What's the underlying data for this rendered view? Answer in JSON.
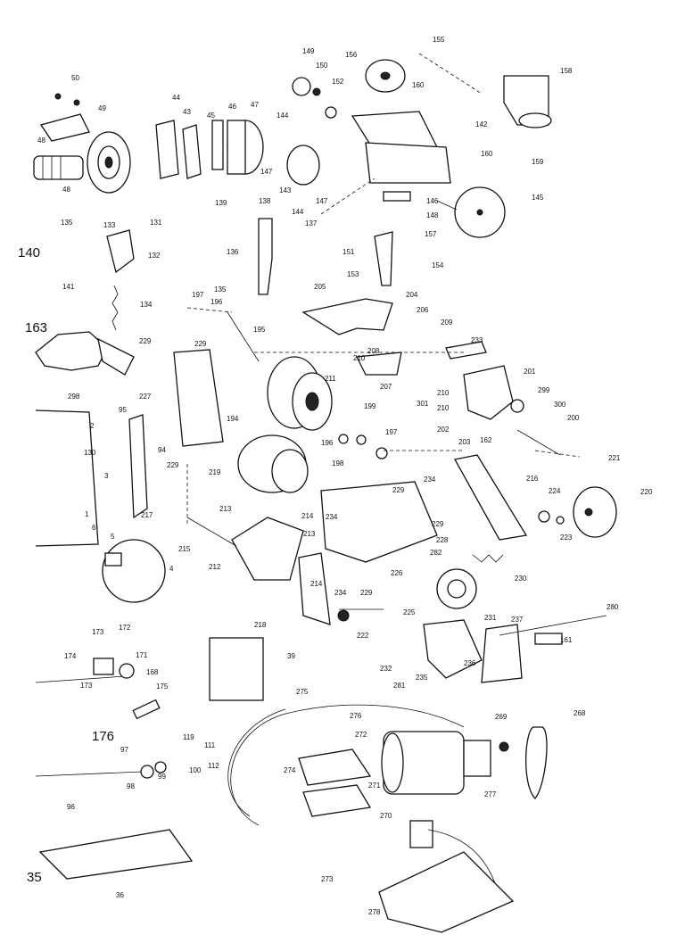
{
  "callouts": [
    {
      "id": "c50",
      "text": "50"
    },
    {
      "id": "c49",
      "text": "49"
    },
    {
      "id": "c48a",
      "text": "48"
    },
    {
      "id": "c48b",
      "text": "48"
    },
    {
      "id": "c44",
      "text": "44"
    },
    {
      "id": "c43",
      "text": "43"
    },
    {
      "id": "c45",
      "text": "45"
    },
    {
      "id": "c46",
      "text": "46"
    },
    {
      "id": "c47",
      "text": "47"
    },
    {
      "id": "c149",
      "text": "149"
    },
    {
      "id": "c150",
      "text": "150"
    },
    {
      "id": "c152",
      "text": "152"
    },
    {
      "id": "c156",
      "text": "156"
    },
    {
      "id": "c155",
      "text": "155"
    },
    {
      "id": "c158",
      "text": "158"
    },
    {
      "id": "c160a",
      "text": "160"
    },
    {
      "id": "c160b",
      "text": "160"
    },
    {
      "id": "c144a",
      "text": "144"
    },
    {
      "id": "c142",
      "text": "142"
    },
    {
      "id": "c147a",
      "text": "147"
    },
    {
      "id": "c143",
      "text": "143"
    },
    {
      "id": "c147b",
      "text": "147"
    },
    {
      "id": "c144b",
      "text": "144"
    },
    {
      "id": "c146",
      "text": "146"
    },
    {
      "id": "c148",
      "text": "148"
    },
    {
      "id": "c145",
      "text": "145"
    },
    {
      "id": "c159",
      "text": "159"
    },
    {
      "id": "c135",
      "text": "135"
    },
    {
      "id": "c140",
      "text": "140"
    },
    {
      "id": "c133",
      "text": "133"
    },
    {
      "id": "c131",
      "text": "131"
    },
    {
      "id": "c132",
      "text": "132"
    },
    {
      "id": "c141",
      "text": "141"
    },
    {
      "id": "c139",
      "text": "139"
    },
    {
      "id": "c138",
      "text": "138"
    },
    {
      "id": "c137",
      "text": "137"
    },
    {
      "id": "c136",
      "text": "136"
    },
    {
      "id": "c151",
      "text": "151"
    },
    {
      "id": "c157",
      "text": "157"
    },
    {
      "id": "c153",
      "text": "153"
    },
    {
      "id": "c154",
      "text": "154"
    },
    {
      "id": "c134",
      "text": "134"
    },
    {
      "id": "c197a",
      "text": "197"
    },
    {
      "id": "c196a",
      "text": "196"
    },
    {
      "id": "c135b",
      "text": "135"
    },
    {
      "id": "c205",
      "text": "205"
    },
    {
      "id": "c204",
      "text": "204"
    },
    {
      "id": "c206",
      "text": "206"
    },
    {
      "id": "c163",
      "text": "163"
    },
    {
      "id": "c195",
      "text": "195"
    },
    {
      "id": "c229a",
      "text": "229"
    },
    {
      "id": "c229b",
      "text": "229"
    },
    {
      "id": "c209",
      "text": "209"
    },
    {
      "id": "c233",
      "text": "233"
    },
    {
      "id": "c208",
      "text": "208"
    },
    {
      "id": "c210a",
      "text": "210"
    },
    {
      "id": "c211",
      "text": "211"
    },
    {
      "id": "c207",
      "text": "207"
    },
    {
      "id": "c201",
      "text": "201"
    },
    {
      "id": "c298",
      "text": "298"
    },
    {
      "id": "c227",
      "text": "227"
    },
    {
      "id": "c210b",
      "text": "210"
    },
    {
      "id": "c301",
      "text": "301"
    },
    {
      "id": "c210c",
      "text": "210"
    },
    {
      "id": "c299",
      "text": "299"
    },
    {
      "id": "c300",
      "text": "300"
    },
    {
      "id": "c2",
      "text": "2"
    },
    {
      "id": "c95",
      "text": "95"
    },
    {
      "id": "c194",
      "text": "194"
    },
    {
      "id": "c199",
      "text": "199"
    },
    {
      "id": "c202",
      "text": "202"
    },
    {
      "id": "c203",
      "text": "203"
    },
    {
      "id": "c200",
      "text": "200"
    },
    {
      "id": "c130",
      "text": "130"
    },
    {
      "id": "c196b",
      "text": "196"
    },
    {
      "id": "c197b",
      "text": "197"
    },
    {
      "id": "c198",
      "text": "198"
    },
    {
      "id": "c162",
      "text": "162"
    },
    {
      "id": "c94",
      "text": "94"
    },
    {
      "id": "c229c",
      "text": "229"
    },
    {
      "id": "c3",
      "text": "3"
    },
    {
      "id": "c219",
      "text": "219"
    },
    {
      "id": "c221",
      "text": "221"
    },
    {
      "id": "c216",
      "text": "216"
    },
    {
      "id": "c229d",
      "text": "229"
    },
    {
      "id": "c234a",
      "text": "234"
    },
    {
      "id": "c224",
      "text": "224"
    },
    {
      "id": "c220",
      "text": "220"
    },
    {
      "id": "c1",
      "text": "1"
    },
    {
      "id": "c217",
      "text": "217"
    },
    {
      "id": "c213a",
      "text": "213"
    },
    {
      "id": "c214a",
      "text": "214"
    },
    {
      "id": "c234b",
      "text": "234"
    },
    {
      "id": "c229e",
      "text": "229"
    },
    {
      "id": "c223",
      "text": "223"
    },
    {
      "id": "c6",
      "text": "6"
    },
    {
      "id": "c5",
      "text": "5"
    },
    {
      "id": "c215",
      "text": "215"
    },
    {
      "id": "c213b",
      "text": "213"
    },
    {
      "id": "c228",
      "text": "228"
    },
    {
      "id": "c212",
      "text": "212"
    },
    {
      "id": "c282",
      "text": "282"
    },
    {
      "id": "c4",
      "text": "4"
    },
    {
      "id": "c226",
      "text": "226"
    },
    {
      "id": "c214b",
      "text": "214"
    },
    {
      "id": "c230",
      "text": "230"
    },
    {
      "id": "c234c",
      "text": "234"
    },
    {
      "id": "c229f",
      "text": "229"
    },
    {
      "id": "c218",
      "text": "218"
    },
    {
      "id": "c225",
      "text": "225"
    },
    {
      "id": "c280",
      "text": "280"
    },
    {
      "id": "c231",
      "text": "231"
    },
    {
      "id": "c237",
      "text": "237"
    },
    {
      "id": "c222",
      "text": "222"
    },
    {
      "id": "c172",
      "text": "172"
    },
    {
      "id": "c173a",
      "text": "173"
    },
    {
      "id": "c171",
      "text": "171"
    },
    {
      "id": "c174",
      "text": "174"
    },
    {
      "id": "c168",
      "text": "168"
    },
    {
      "id": "c173b",
      "text": "173"
    },
    {
      "id": "c39",
      "text": "39"
    },
    {
      "id": "c161",
      "text": "161"
    },
    {
      "id": "c232",
      "text": "232"
    },
    {
      "id": "c236",
      "text": "236"
    },
    {
      "id": "c281",
      "text": "281"
    },
    {
      "id": "c235",
      "text": "235"
    },
    {
      "id": "c175",
      "text": "175"
    },
    {
      "id": "c275",
      "text": "275"
    },
    {
      "id": "c276",
      "text": "276"
    },
    {
      "id": "c268",
      "text": "268"
    },
    {
      "id": "c269",
      "text": "269"
    },
    {
      "id": "c272",
      "text": "272"
    },
    {
      "id": "c176",
      "text": "176"
    },
    {
      "id": "c119",
      "text": "119"
    },
    {
      "id": "c111",
      "text": "111"
    },
    {
      "id": "c97",
      "text": "97"
    },
    {
      "id": "c112",
      "text": "112"
    },
    {
      "id": "c98",
      "text": "98"
    },
    {
      "id": "c99",
      "text": "99"
    },
    {
      "id": "c100",
      "text": "100"
    },
    {
      "id": "c274",
      "text": "274"
    },
    {
      "id": "c271",
      "text": "271"
    },
    {
      "id": "c277",
      "text": "277"
    },
    {
      "id": "c96",
      "text": "96"
    },
    {
      "id": "c270",
      "text": "270"
    },
    {
      "id": "c35",
      "text": "35"
    },
    {
      "id": "c273",
      "text": "273"
    },
    {
      "id": "c36",
      "text": "36"
    },
    {
      "id": "c278",
      "text": "278"
    }
  ]
}
